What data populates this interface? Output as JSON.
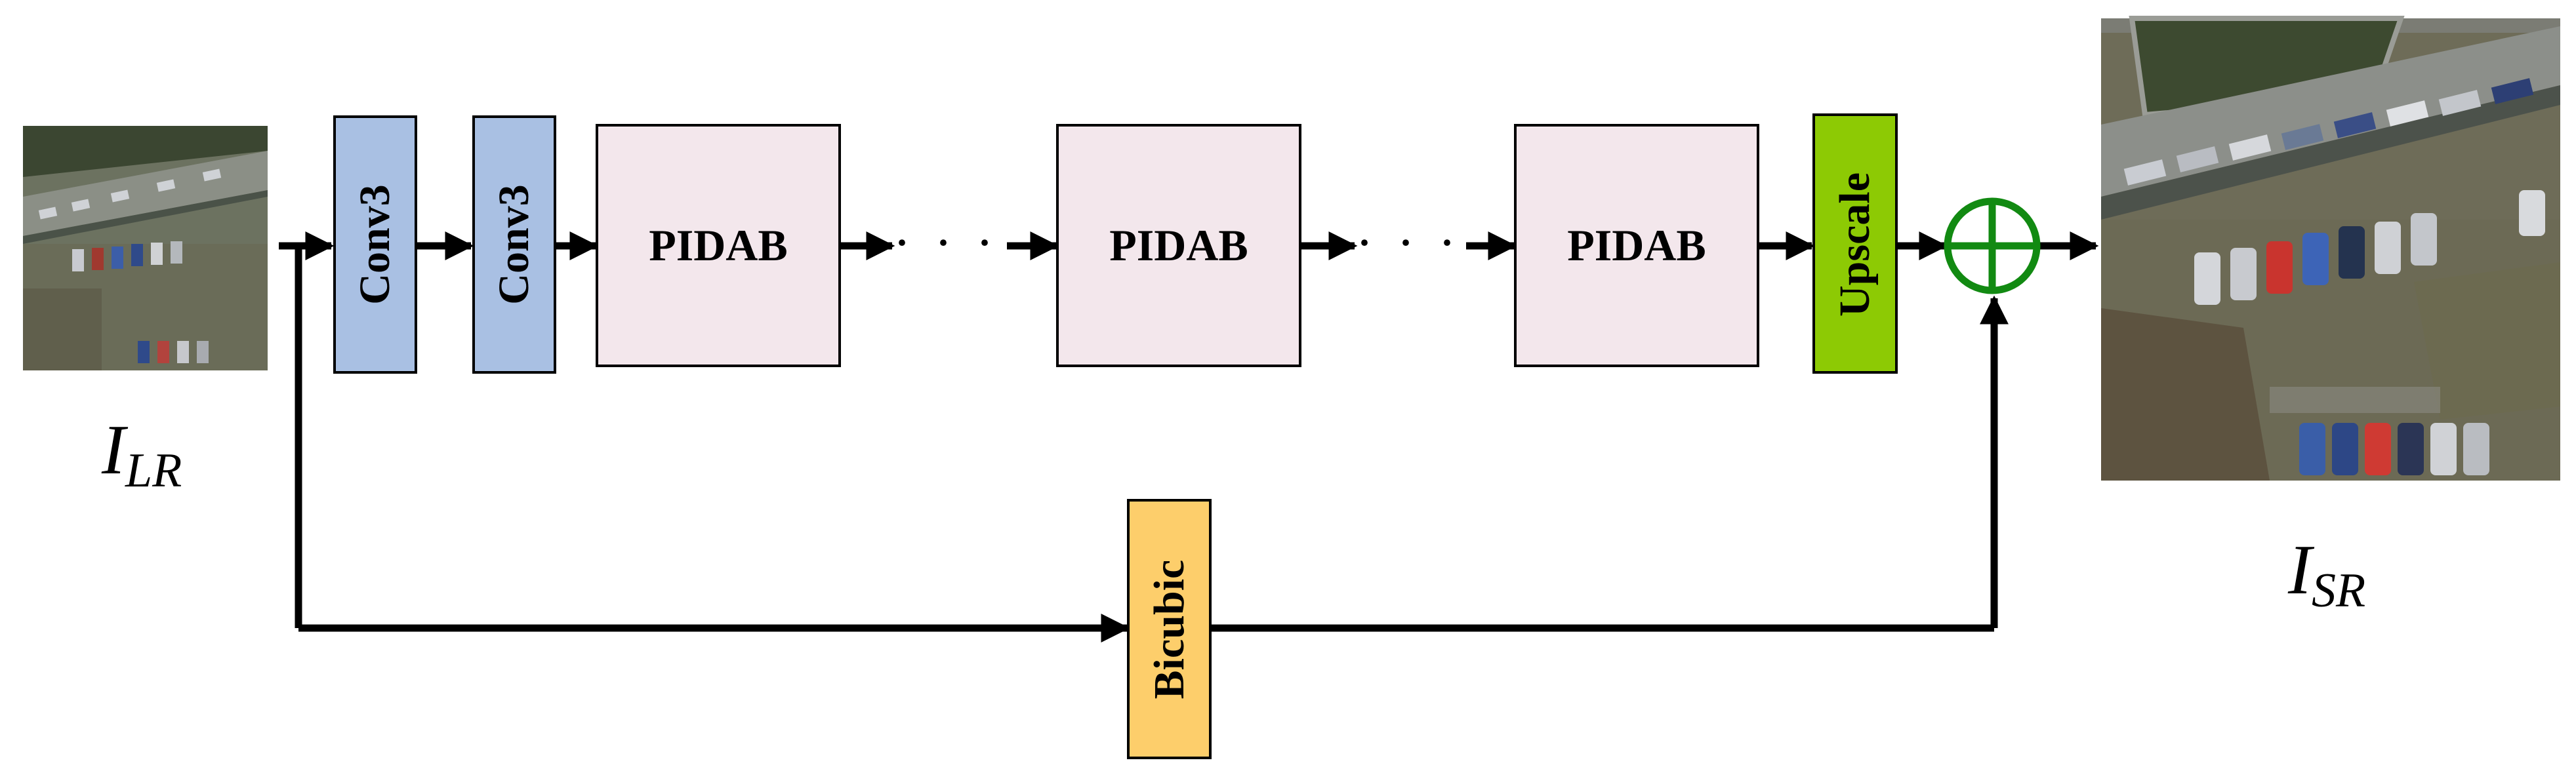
{
  "diagram": {
    "input_label": {
      "main": "I",
      "sub": "LR"
    },
    "output_label": {
      "main": "I",
      "sub": "SR"
    },
    "blocks": {
      "conv1": "Conv3",
      "conv2": "Conv3",
      "pidab1": "PIDAB",
      "pidab2": "PIDAB",
      "pidab3": "PIDAB",
      "upscale": "Upscale",
      "bicubic": "Bicubic"
    },
    "ellipsis": "· · ·",
    "colors": {
      "conv": "#a9c0e3",
      "pidab": "#f3e7ec",
      "upscale": "#8dca04",
      "bicubic": "#fdce6b",
      "add": "#128a12",
      "line": "#000000"
    }
  }
}
